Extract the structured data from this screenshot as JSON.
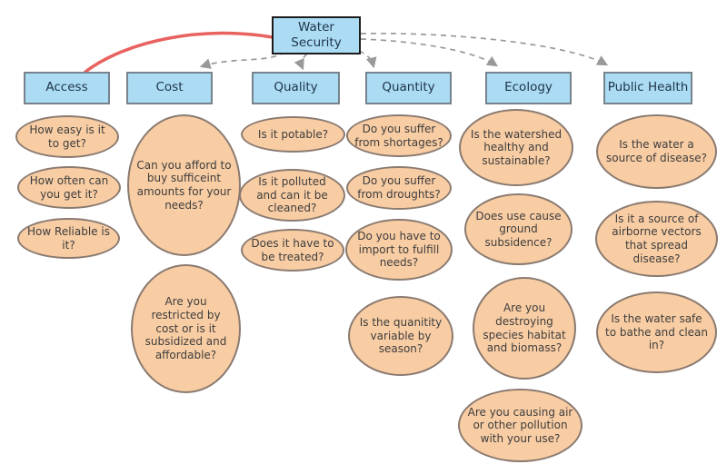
{
  "root": {
    "label": "Water Security"
  },
  "theme": {
    "background": "#ffffff",
    "box_fill": "#abdcf4",
    "box_border": "#76828c",
    "root_border": "#1b1b1b",
    "box_text": "#1e3348",
    "ellipse_fill": "#f9cda4",
    "ellipse_border": "#8a7a70",
    "ellipse_text": "#3d3d3d",
    "red_link": "#e8625f",
    "dashed_link": "#999999"
  },
  "branches": [
    {
      "label": "Access",
      "questions": [
        "How easy is it to get?",
        "How often can you get it?",
        "How Reliable is it?"
      ]
    },
    {
      "label": "Cost",
      "questions": [
        "Can you afford to buy sufficeint amounts for your needs?",
        "Are you restricted by cost or is it subsidized and affordable?"
      ]
    },
    {
      "label": "Quality",
      "questions": [
        "Is it potable?",
        "Is it polluted and can it be cleaned?",
        "Does it have to be treated?"
      ]
    },
    {
      "label": "Quantity",
      "questions": [
        "Do you suffer from shortages?",
        "Do you suffer from droughts?",
        "Do you have to import to fulfill needs?",
        "Is the quanitity variable by season?"
      ]
    },
    {
      "label": "Ecology",
      "questions": [
        "Is the watershed healthy and sustainable?",
        "Does use cause ground subsidence?",
        "Are you destroying species habitat and biomass?",
        "Are you causing air or other pollution with your use?"
      ]
    },
    {
      "label": "Public Health",
      "questions": [
        "Is the water a source of disease?",
        "Is it a source of airborne vectors that spread disease?",
        "Is the water safe to bathe and clean in?"
      ]
    }
  ],
  "links": [
    {
      "from": "Water Security",
      "to": "Access",
      "style": "solid-red"
    },
    {
      "from": "Water Security",
      "to": "Cost",
      "style": "dashed-arrow"
    },
    {
      "from": "Water Security",
      "to": "Quality",
      "style": "dashed-arrow"
    },
    {
      "from": "Water Security",
      "to": "Quantity",
      "style": "dashed-arrow"
    },
    {
      "from": "Water Security",
      "to": "Ecology",
      "style": "dashed-arrow"
    },
    {
      "from": "Water Security",
      "to": "Public Health",
      "style": "dashed-arrow"
    }
  ]
}
